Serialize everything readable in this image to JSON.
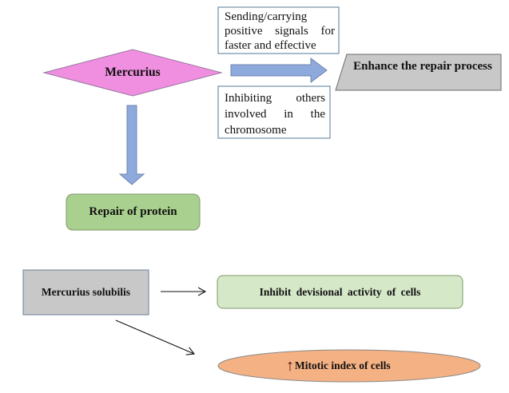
{
  "diagram": {
    "colors": {
      "diamond_fill": "#f08ee0",
      "arrow_fill": "#8ea9db",
      "green_fill": "#a9d08e",
      "gray_fill": "#c8c8c8",
      "orange_fill": "#f4b183",
      "text": "#111111"
    },
    "nodes": {
      "mercurius": "Mercurius",
      "signals_box": "Sending/carrying positive signals for faster and effective",
      "inhibit_box": "Inhibiting others involved in the chromosome",
      "enhance": "Enhance the repair process",
      "repair_protein": "Repair of protein",
      "mercurius_solubilis": "Mercurius solubilis",
      "inhibit_division": "Inhibit devisional activity of cells",
      "mitotic_index": "Mitotic index of cells"
    },
    "icons": {
      "up_arrow": "↑"
    },
    "edges": [
      {
        "from": "Mercurius",
        "to": "Enhance the repair process",
        "style": "block-arrow"
      },
      {
        "from": "Mercurius",
        "to": "Repair of protein",
        "style": "block-arrow"
      },
      {
        "from": "Mercurius solubilis",
        "to": "Inhibit devisional activity of cells",
        "style": "line-arrow"
      },
      {
        "from": "Mercurius solubilis",
        "to": "Mitotic index of cells",
        "style": "line-arrow"
      }
    ]
  }
}
